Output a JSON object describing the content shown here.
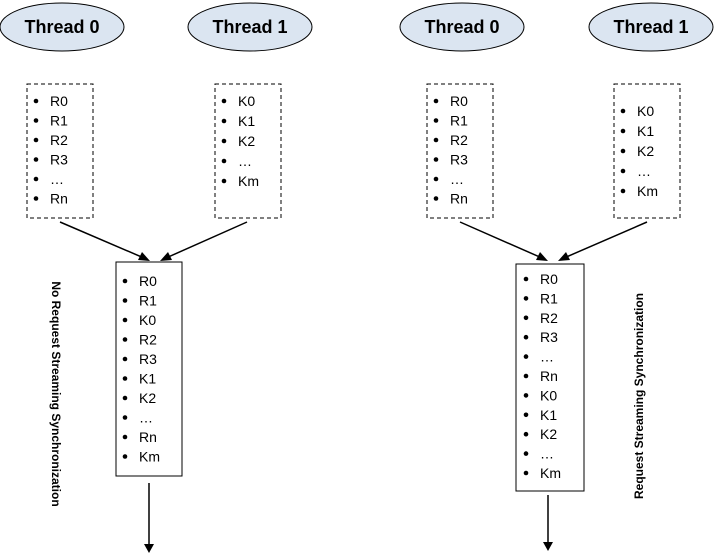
{
  "left_panel": {
    "thread0": {
      "label": "Thread 0",
      "items": [
        "R0",
        "R1",
        "R2",
        "R3",
        "…",
        "Rn"
      ]
    },
    "thread1": {
      "label": "Thread 1",
      "items": [
        "K0",
        "K1",
        "K2",
        "…",
        "Km"
      ]
    },
    "merged": {
      "items": [
        "R0",
        "R1",
        "K0",
        "R2",
        "R3",
        "K1",
        "K2",
        "…",
        "Rn",
        "Km"
      ]
    },
    "side_label": "No Request Streaming Synchronization"
  },
  "right_panel": {
    "thread0": {
      "label": "Thread 0",
      "items": [
        "R0",
        "R1",
        "R2",
        "R3",
        "…",
        "Rn"
      ]
    },
    "thread1": {
      "label": "Thread 1",
      "items": [
        "K0",
        "K1",
        "K2",
        "…",
        "Km"
      ]
    },
    "merged": {
      "items": [
        "R0",
        "R1",
        "R2",
        "R3",
        "…",
        "Rn",
        "K0",
        "K1",
        "K2",
        "…",
        "Km"
      ]
    },
    "side_label": "Request Streaming Synchronization"
  },
  "colors": {
    "thread_fill": "#dbe5f1",
    "stroke": "#000000"
  }
}
